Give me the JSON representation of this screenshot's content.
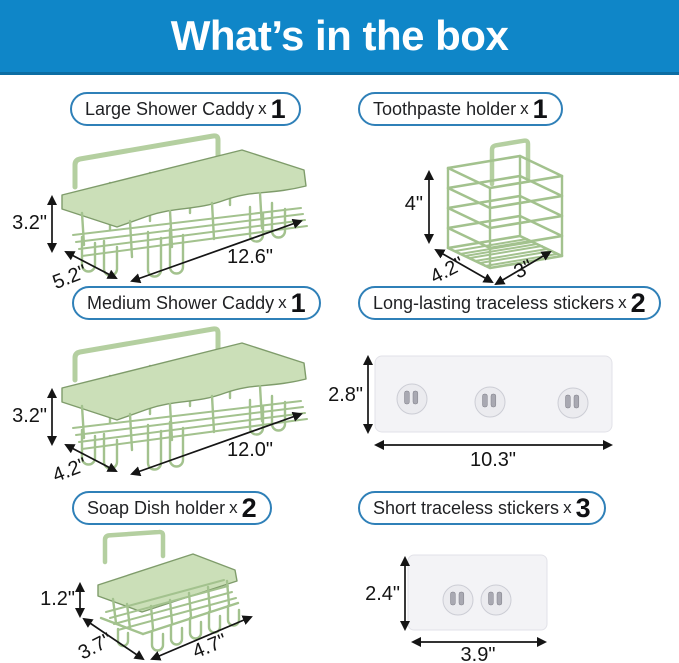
{
  "header": {
    "title": "What’s in the box"
  },
  "labels": {
    "times": "x"
  },
  "palette": {
    "banner_blue": "#0f86c8",
    "banner_edge_blue": "#0c6da3",
    "pill_border_blue": "#2f80b8",
    "wire_green": "#a3c28e",
    "rim_green_fill": "#cbdfb8",
    "rim_green_edge": "#7f9c6b",
    "sticker_grey": "#f3f3f6",
    "dimension_text": "#141414"
  },
  "items": [
    {
      "name": "Large Shower Caddy",
      "qty": "1",
      "dims": {
        "height": "3.2\"",
        "depth": "5.2\"",
        "width": "12.6\""
      }
    },
    {
      "name": "Toothpaste holder",
      "qty": "1",
      "dims": {
        "height": "4\"",
        "depth": "4.2\"",
        "width": "3\""
      }
    },
    {
      "name": "Medium Shower Caddy",
      "qty": "1",
      "dims": {
        "height": "3.2\"",
        "depth": "4.2\"",
        "width": "12.0\""
      }
    },
    {
      "name": "Long-lasting traceless stickers",
      "qty": "2",
      "dims": {
        "height": "2.8\"",
        "width": "10.3\""
      }
    },
    {
      "name": "Soap Dish holder",
      "qty": "2",
      "dims": {
        "height": "1.2\"",
        "depth": "3.7\"",
        "width": "4.7\""
      }
    },
    {
      "name": "Short traceless stickers",
      "qty": "3",
      "dims": {
        "height": "2.4\"",
        "width": "3.9\""
      }
    }
  ]
}
